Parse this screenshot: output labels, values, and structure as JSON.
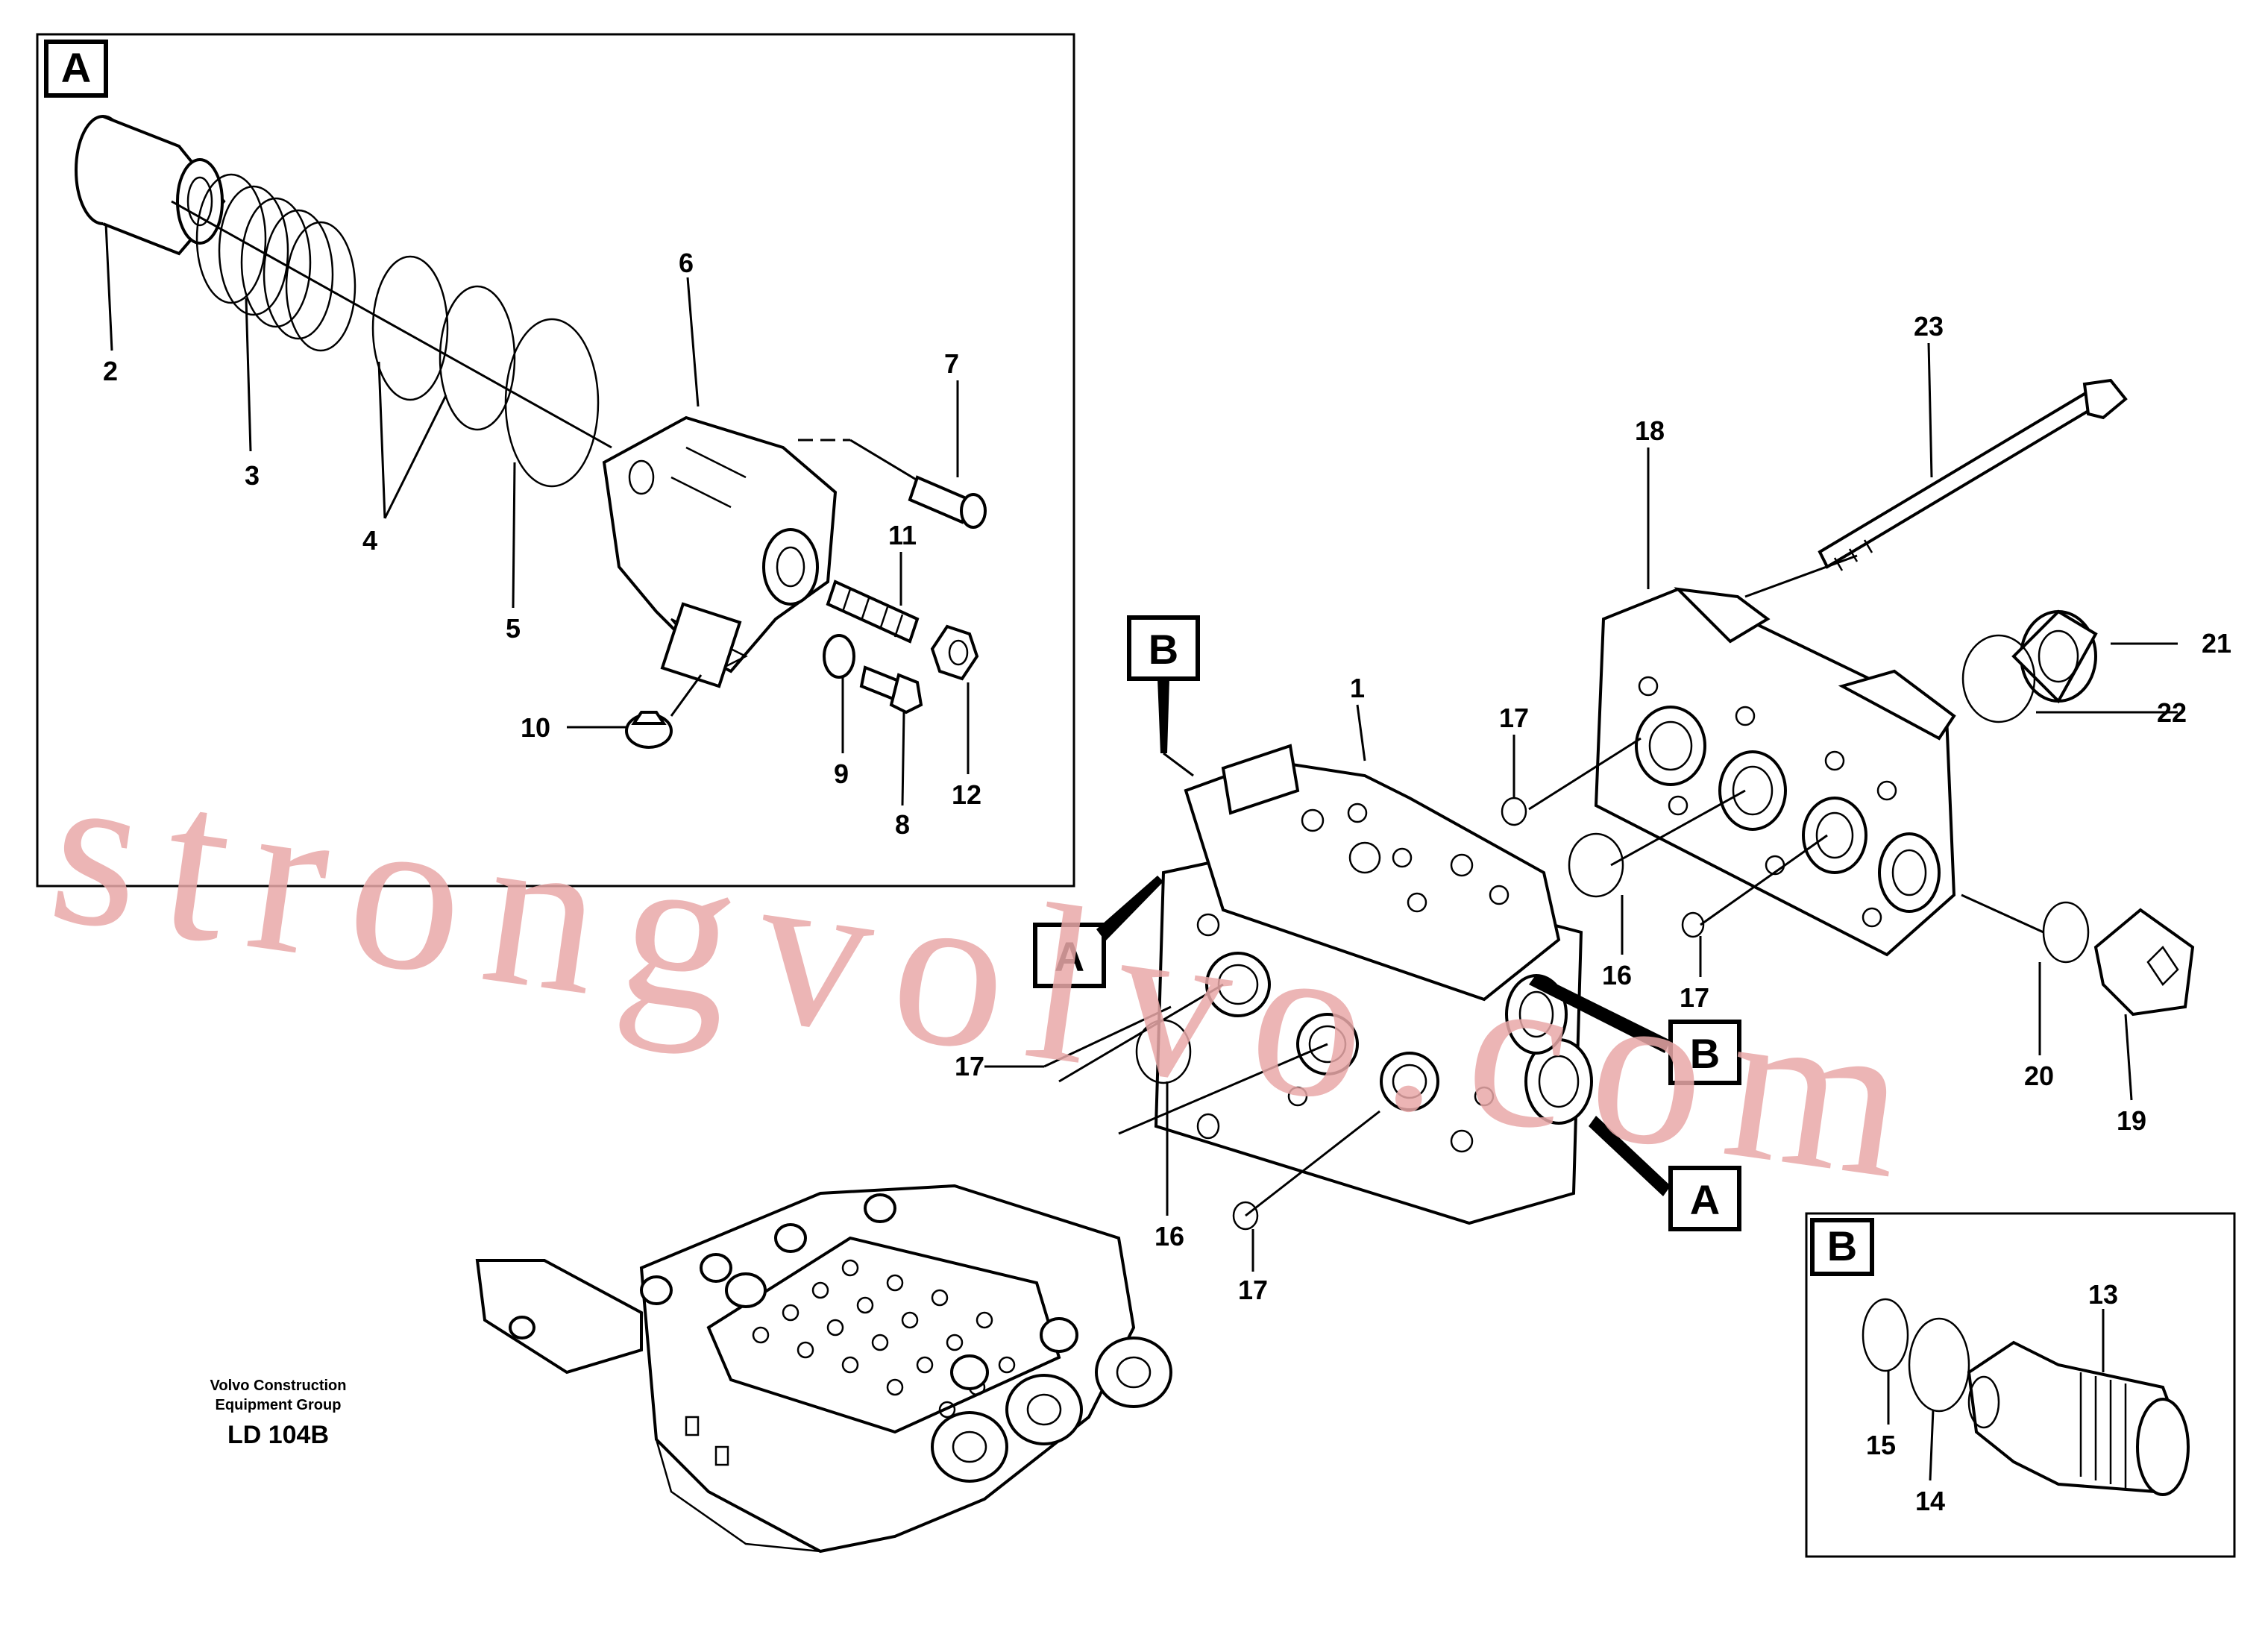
{
  "diagram": {
    "frame_labels": {
      "A": "A",
      "B": "B"
    },
    "callouts": {
      "c1": "1",
      "c2": "2",
      "c3": "3",
      "c4": "4",
      "c5": "5",
      "c6": "6",
      "c7": "7",
      "c8": "8",
      "c9": "9",
      "c10": "10",
      "c11": "11",
      "c12": "12",
      "c13": "13",
      "c14": "14",
      "c15": "15",
      "c16": "16",
      "c17": "17",
      "c18": "18",
      "c19": "19",
      "c20": "20",
      "c21": "21",
      "c22": "22",
      "c23": "23",
      "c17_partial": "17"
    },
    "caption": {
      "line1": "Volvo Construction",
      "line2": "Equipment Group",
      "code": "LD 104B"
    },
    "watermark": "strongvolvo.com",
    "colors": {
      "ink": "#000000",
      "watermark": "#e9a8a8",
      "paper": "#ffffff"
    }
  }
}
